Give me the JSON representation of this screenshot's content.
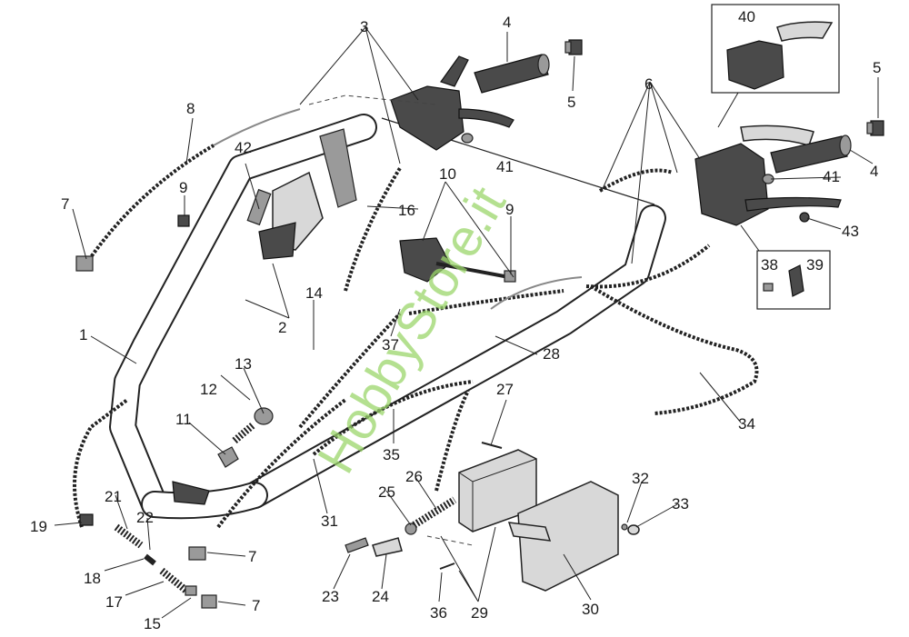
{
  "watermark": "HobbyStore.it",
  "callouts": [
    {
      "id": "1",
      "text": "1"
    },
    {
      "id": "2",
      "text": "2"
    },
    {
      "id": "3",
      "text": "3"
    },
    {
      "id": "4a",
      "text": "4"
    },
    {
      "id": "4b",
      "text": "4"
    },
    {
      "id": "5a",
      "text": "5"
    },
    {
      "id": "5b",
      "text": "5"
    },
    {
      "id": "6",
      "text": "6"
    },
    {
      "id": "7a",
      "text": "7"
    },
    {
      "id": "7b",
      "text": "7"
    },
    {
      "id": "7c",
      "text": "7"
    },
    {
      "id": "8",
      "text": "8"
    },
    {
      "id": "9a",
      "text": "9"
    },
    {
      "id": "9b",
      "text": "9"
    },
    {
      "id": "10",
      "text": "10"
    },
    {
      "id": "11",
      "text": "11"
    },
    {
      "id": "12",
      "text": "12"
    },
    {
      "id": "13",
      "text": "13"
    },
    {
      "id": "14",
      "text": "14"
    },
    {
      "id": "15",
      "text": "15"
    },
    {
      "id": "16",
      "text": "16"
    },
    {
      "id": "17",
      "text": "17"
    },
    {
      "id": "18",
      "text": "18"
    },
    {
      "id": "19",
      "text": "19"
    },
    {
      "id": "21",
      "text": "21"
    },
    {
      "id": "22",
      "text": "22"
    },
    {
      "id": "23",
      "text": "23"
    },
    {
      "id": "24",
      "text": "24"
    },
    {
      "id": "25",
      "text": "25"
    },
    {
      "id": "26",
      "text": "26"
    },
    {
      "id": "27",
      "text": "27"
    },
    {
      "id": "28",
      "text": "28"
    },
    {
      "id": "29",
      "text": "29"
    },
    {
      "id": "30",
      "text": "30"
    },
    {
      "id": "31",
      "text": "31"
    },
    {
      "id": "32",
      "text": "32"
    },
    {
      "id": "33",
      "text": "33"
    },
    {
      "id": "34",
      "text": "34"
    },
    {
      "id": "35",
      "text": "35"
    },
    {
      "id": "36",
      "text": "36"
    },
    {
      "id": "37",
      "text": "37"
    },
    {
      "id": "38",
      "text": "38"
    },
    {
      "id": "39",
      "text": "39"
    },
    {
      "id": "40",
      "text": "40"
    },
    {
      "id": "41a",
      "text": "41"
    },
    {
      "id": "41b",
      "text": "41"
    },
    {
      "id": "42",
      "text": "42"
    },
    {
      "id": "43",
      "text": "43"
    }
  ]
}
